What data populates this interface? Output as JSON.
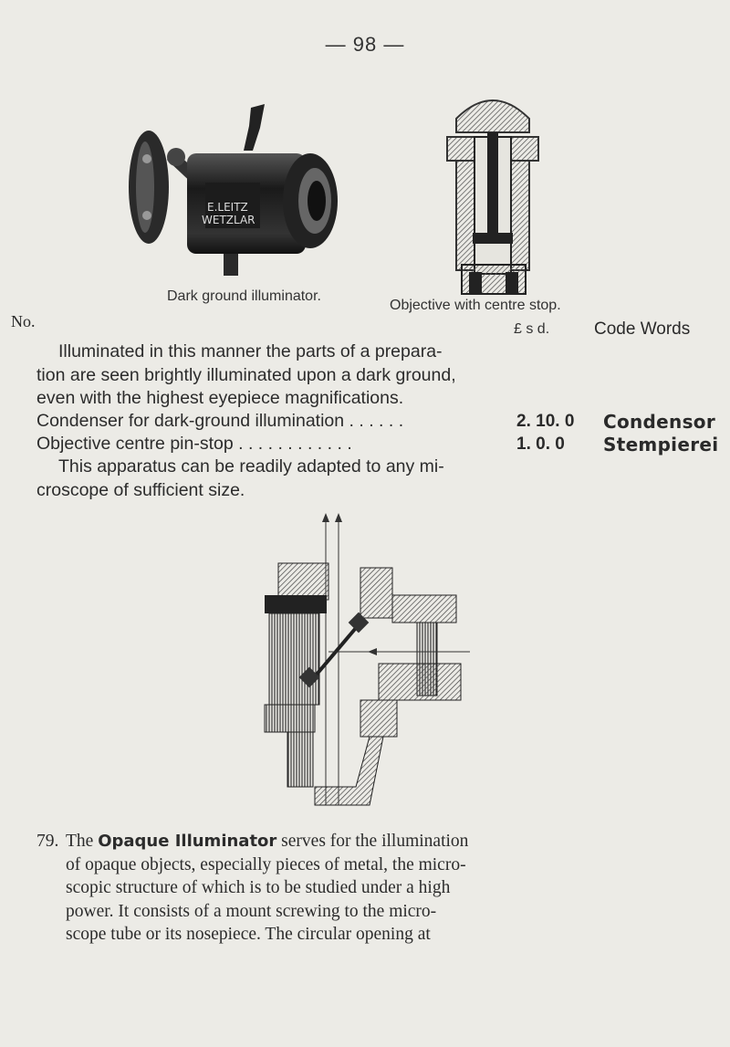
{
  "page_number": "— 98 —",
  "figures": {
    "illuminator": {
      "caption": "Dark ground illuminator.",
      "label_top": "E.LEITZ",
      "label_bottom": "WETZLAR"
    },
    "objective": {
      "caption": "Objective with centre stop."
    }
  },
  "columns": {
    "no": "No.",
    "price": "£ s d.",
    "code_words": "Code Words"
  },
  "intro_lines": [
    "Illuminated in this manner the parts of a prepara-",
    "tion are seen brightly illuminated upon a dark ground,",
    "even with the highest eyepiece magnifications."
  ],
  "items": [
    {
      "name": "Condenser for dark-ground illumination",
      "dots": ". . . . . .",
      "price": "2. 10. 0",
      "code": "Condensor"
    },
    {
      "name": "Objective centre pin-stop",
      "dots": ". . . . . . . . . . . .",
      "price": "1. 0. 0",
      "code": "Stempierei"
    }
  ],
  "after_lines": [
    "This apparatus can be readily adapted to any mi-",
    "croscope of sufficient size."
  ],
  "section": {
    "number": "79.",
    "lead": "The",
    "title": "Opaque Illuminator",
    "rest": "serves for the illumination",
    "lines": [
      "of opaque objects, especially pieces of metal, the micro-",
      "scopic structure of which is to be studied under a high",
      "power. It consists of a mount screwing to the micro-",
      "scope tube or its nosepiece. The circular opening at"
    ]
  }
}
